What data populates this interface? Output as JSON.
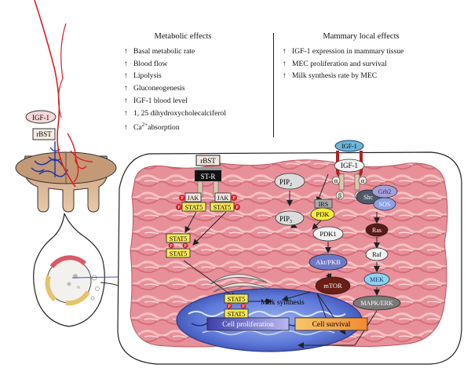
{
  "metabolic": {
    "title": "Metabolic effects",
    "arrow": "↑",
    "items": [
      "Basal metabolic rate",
      "Blood flow",
      "Lipolysis",
      "Gluconeogenesis",
      "IGF-1 blood level",
      "1, 25 dihydroxycholecalciferol"
    ],
    "calcium_prefix": "Ca",
    "calcium_sup": "2+",
    "calcium_suffix": "absorption"
  },
  "mammary": {
    "title": "Mammary local effects",
    "arrow": "↑",
    "items": [
      "IGF-1 expression in mammary tissue",
      "MEC proliferation and survival",
      "Milk synthesis rate by MEC"
    ]
  },
  "udder": {
    "igf1_label": "IGF-1",
    "rbst_label": "rBST"
  },
  "cell": {
    "rbst": "rBST",
    "str": "ST-R",
    "jak_left": "JAK",
    "jak_right": "JAK",
    "stat5_left": "STAT5",
    "stat5_right": "STAT5",
    "dimer_top": "STAT5",
    "dimer_bottom": "STAT5",
    "nuc_stat5_top": "STAT5",
    "nuc_stat5_bottom": "STAT5",
    "p": "P",
    "igf1_top": "IGF-1",
    "igf1_receptor": "IGF-1",
    "alpha": "α",
    "beta": "β",
    "pip2": "PIP",
    "pip2_sub": "2",
    "pip3": "PIP",
    "pip3_sub": "3",
    "irs": "IRS",
    "pi3k": "PI3K",
    "shc": "Shc",
    "grb2": "Grb2",
    "sos": "SOS",
    "ras": "Ras",
    "raf": "Raf",
    "mek": "MEK",
    "mapk": "MAPK/ERK",
    "pdk1": "PDK1",
    "akt": "Akt/PKB",
    "mtor": "mTOR",
    "milk_synthesis": "Milk synthesis",
    "cell_proliferation": "Cell proliferation",
    "cell_survival": "Cell survival"
  }
}
